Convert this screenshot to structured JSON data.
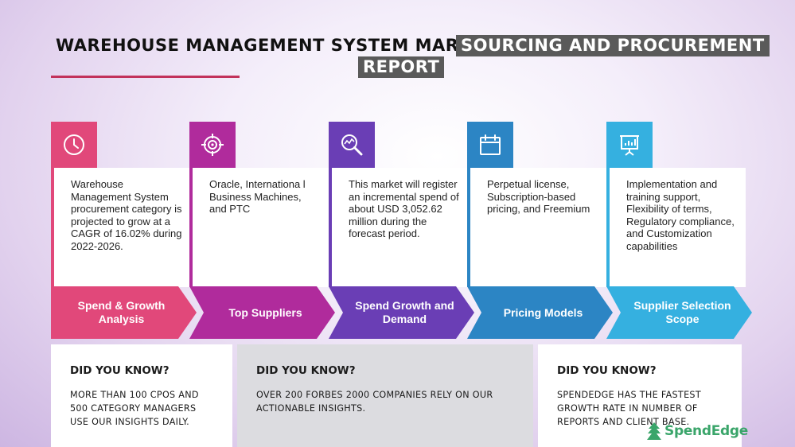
{
  "title": {
    "line1": "WAREHOUSE MANAGEMENT SYSTEM MARKET",
    "highlight1": "SOURCING AND PROCUREMENT",
    "highlight2": "REPORT"
  },
  "columns": [
    {
      "icon": "clock-icon",
      "color": "#e1487a",
      "text": "Warehouse Management System procurement category is projected to grow at a CAGR of 16.02% during 2022-2026.",
      "label": "Spend & Growth Analysis"
    },
    {
      "icon": "target-icon",
      "color": "#b02b9c",
      "text": "Oracle, Internationa l Business Machines, and PTC",
      "label": "Top Suppliers"
    },
    {
      "icon": "magnifier-chart-icon",
      "color": "#6a3eb5",
      "text": "This market will register an incremental spend of about USD 3,052.62 million during the forecast period.",
      "label": "Spend Growth and Demand"
    },
    {
      "icon": "calendar-icon",
      "color": "#2c85c4",
      "text": "Perpetual license, Subscription-based pricing, and Freemium",
      "label": "Pricing Models"
    },
    {
      "icon": "presentation-chart-icon",
      "color": "#35b0e0",
      "text": "Implementation and training support, Flexibility of terms, Regulatory compliance, and Customization capabilities",
      "label": "Supplier Selection Scope"
    }
  ],
  "did_you_know": [
    {
      "heading": "DID YOU KNOW?",
      "body": "MORE THAN 100 CPOS AND 500 CATEGORY MANAGERS USE OUR INSIGHTS DAILY.",
      "bg": "#ffffff"
    },
    {
      "heading": "DID YOU KNOW?",
      "body": "OVER 200 FORBES 2000 COMPANIES RELY ON OUR ACTIONABLE INSIGHTS.",
      "bg": "#dcdce0"
    },
    {
      "heading": "DID YOU KNOW?",
      "body": "SPENDEDGE HAS THE FASTEST GROWTH RATE IN NUMBER OF REPORTS AND CLIENT BASE.",
      "bg": "#ffffff"
    }
  ],
  "logo": {
    "text": "SpendEdge",
    "color": "#3aa56a"
  }
}
